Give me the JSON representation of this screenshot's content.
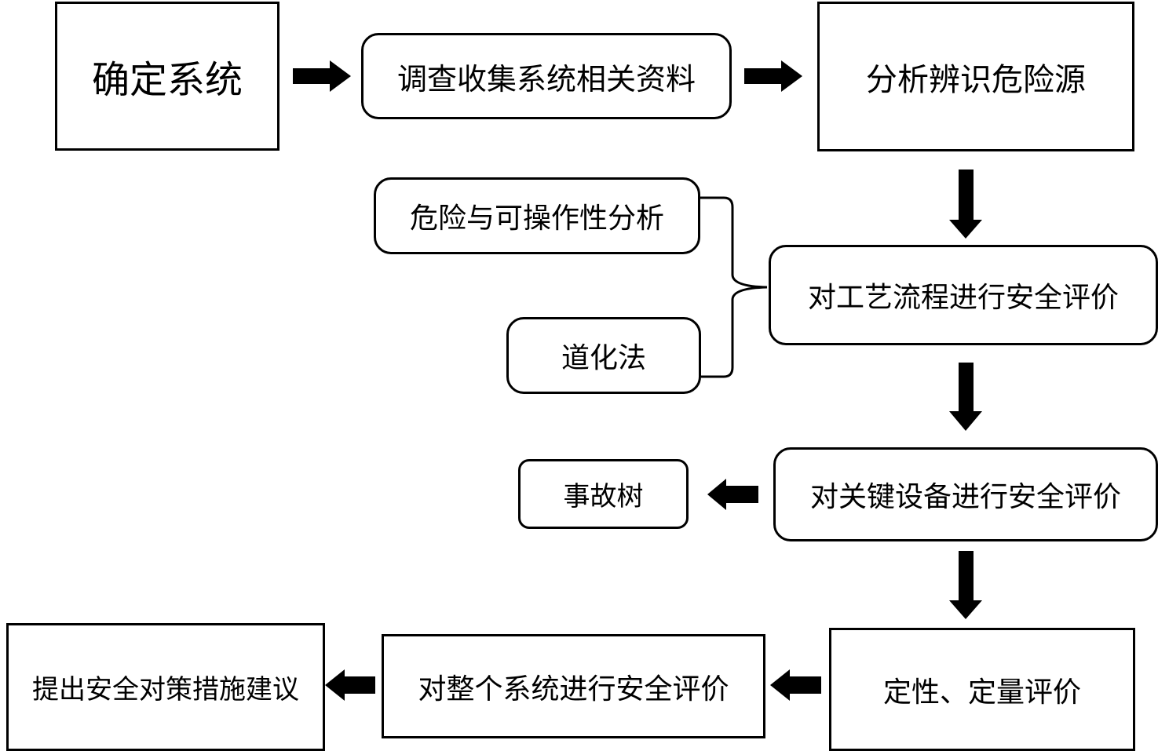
{
  "nodes": {
    "define_system": "确定系统",
    "collect_materials": "调查收集系统相关资料",
    "identify_hazards": "分析辨识危险源",
    "hazop": "危险与可操作性分析",
    "dow_method": "道化法",
    "process_eval": "对工艺流程进行安全评价",
    "fault_tree": "事故树",
    "key_equipment_eval": "对关键设备进行安全评价",
    "qual_quant_eval": "定性、定量评价",
    "whole_system_eval": "对整个系统进行安全评价",
    "propose_measures": "提出安全对策措施建议"
  },
  "colors": {
    "stroke": "#000000",
    "fill": "#ffffff"
  }
}
